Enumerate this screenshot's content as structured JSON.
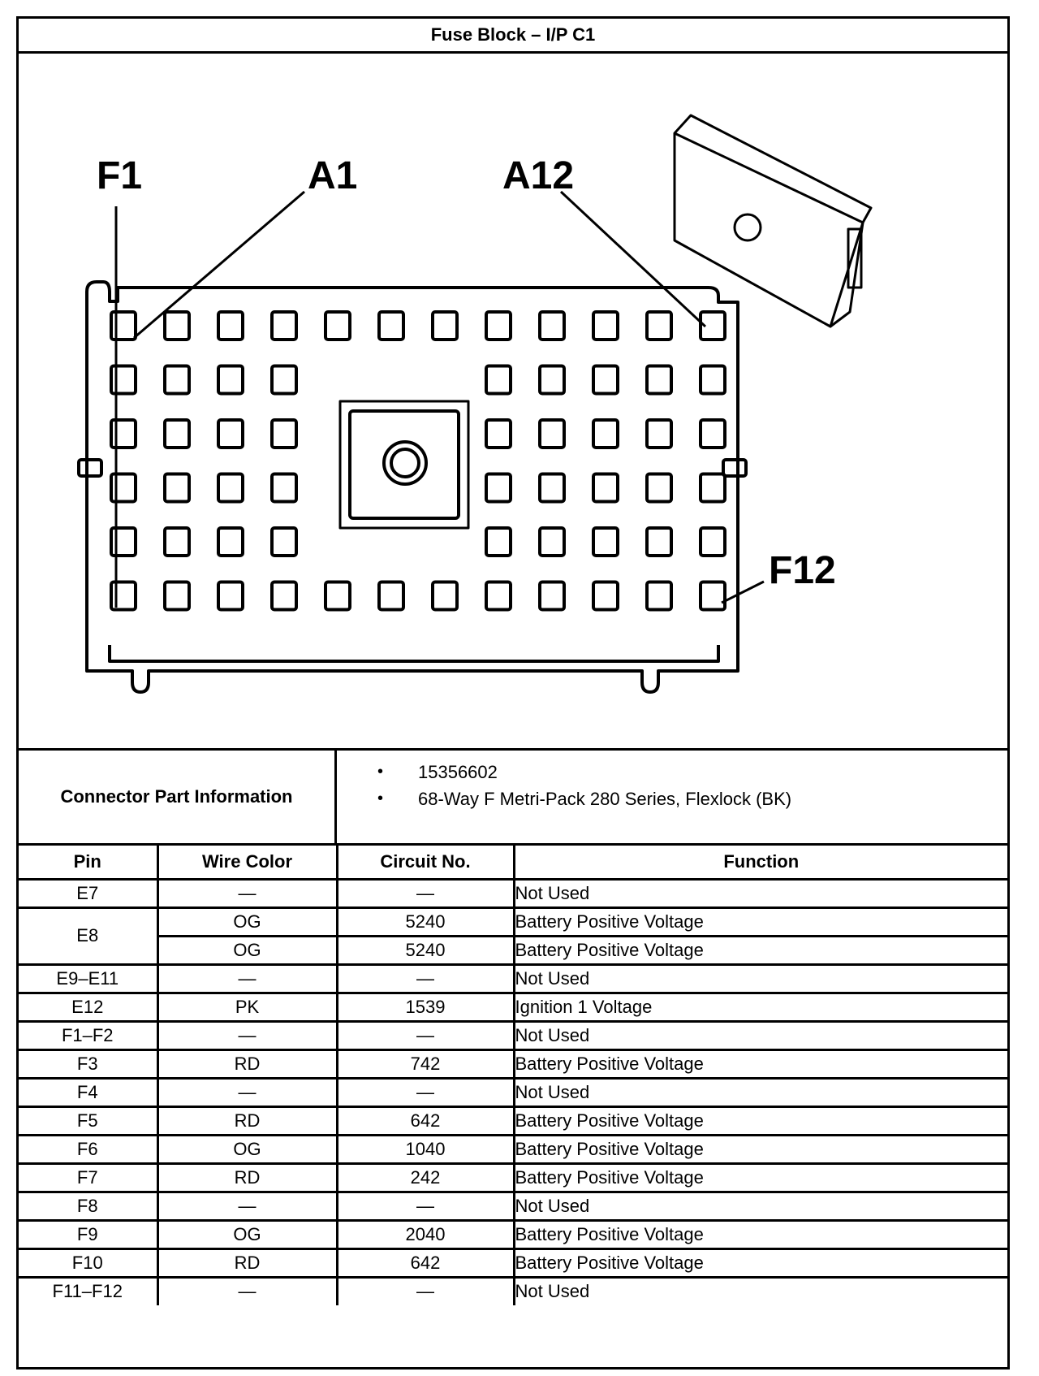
{
  "title": "Fuse Block – I/P C1",
  "diagram": {
    "callouts": {
      "f1": "F1",
      "a1": "A1",
      "a12": "A12",
      "f12": "F12"
    },
    "rows": 6,
    "columns": 12
  },
  "connector_info": {
    "label": "Connector Part Information",
    "items": [
      "15356602",
      "68-Way F Metri-Pack 280 Series, Flexlock (BK)"
    ]
  },
  "table": {
    "headers": {
      "pin": "Pin",
      "wire_color": "Wire Color",
      "circuit": "Circuit No.",
      "function": "Function"
    },
    "rows": [
      {
        "pin": "E7",
        "wire": "—",
        "circuit": "—",
        "function": "Not Used"
      },
      {
        "pin": "E8",
        "wire": "OG",
        "circuit": "5240",
        "function": "Battery Positive Voltage"
      },
      {
        "pin": "",
        "wire": "OG",
        "circuit": "5240",
        "function": "Battery Positive Voltage"
      },
      {
        "pin": "E9–E11",
        "wire": "—",
        "circuit": "—",
        "function": "Not Used"
      },
      {
        "pin": "E12",
        "wire": "PK",
        "circuit": "1539",
        "function": "Ignition 1 Voltage"
      },
      {
        "pin": "F1–F2",
        "wire": "—",
        "circuit": "—",
        "function": "Not Used"
      },
      {
        "pin": "F3",
        "wire": "RD",
        "circuit": "742",
        "function": "Battery Positive Voltage"
      },
      {
        "pin": "F4",
        "wire": "—",
        "circuit": "—",
        "function": "Not Used"
      },
      {
        "pin": "F5",
        "wire": "RD",
        "circuit": "642",
        "function": "Battery Positive Voltage"
      },
      {
        "pin": "F6",
        "wire": "OG",
        "circuit": "1040",
        "function": "Battery Positive Voltage"
      },
      {
        "pin": "F7",
        "wire": "RD",
        "circuit": "242",
        "function": "Battery Positive Voltage"
      },
      {
        "pin": "F8",
        "wire": "—",
        "circuit": "—",
        "function": "Not Used"
      },
      {
        "pin": "F9",
        "wire": "OG",
        "circuit": "2040",
        "function": "Battery Positive Voltage"
      },
      {
        "pin": "F10",
        "wire": "RD",
        "circuit": "642",
        "function": "Battery Positive Voltage"
      },
      {
        "pin": "F11–F12",
        "wire": "—",
        "circuit": "—",
        "function": "Not Used"
      }
    ]
  }
}
